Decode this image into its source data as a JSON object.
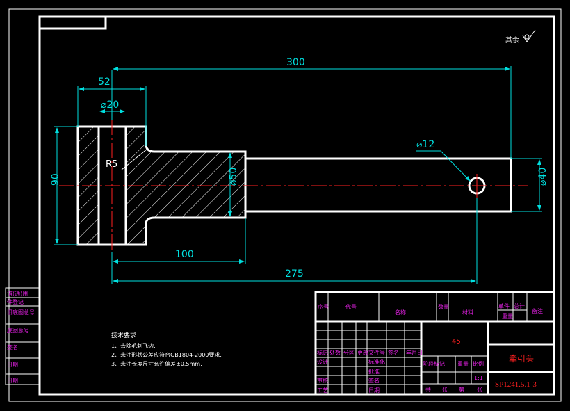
{
  "colors": {
    "background": "#000000",
    "outline": "#ffffff",
    "dimension": "#00e0e0",
    "centerline": "#ff2020",
    "hatch": "#ffffff",
    "title_text": "#e020e0",
    "red_text": "#ff2020"
  },
  "surface_mark": "其余",
  "dims": {
    "overall_length": "300",
    "head_length": "52",
    "hole_dia": "⌀20",
    "fillet": "R5",
    "head_height": "90",
    "shaft_dia": "⌀50",
    "len_100": "100",
    "len_275": "275",
    "pin_hole": "⌀12",
    "end_dia": "⌀40"
  },
  "tech_req": {
    "title": "技术要求",
    "items": [
      "1、去除毛刺飞边.",
      "2、未注形状公差应符合GB1804-2000要求.",
      "3、未注长度尺寸允许偏差±0.5mm."
    ]
  },
  "left_stamps": [
    "借(通)用",
    "件登记",
    "旧底图总号",
    "底图总号",
    "签名",
    "日期",
    "日期"
  ],
  "title_block": {
    "head": [
      "序号",
      "代号",
      "名称",
      "数量",
      "材料",
      "单件",
      "总计",
      "备注"
    ],
    "weights": [
      "重量"
    ],
    "material": "45",
    "part_name": "牵引头",
    "drawing_no": "SP1241.5.1-3",
    "scale": "1:1",
    "rev_labels": [
      "标记",
      "处数",
      "分区",
      "更改文件号",
      "签名",
      "年月日"
    ],
    "role_labels": [
      "设计",
      "审核",
      "工艺"
    ],
    "std_labels": [
      "标准化",
      "批准",
      "日期",
      "签名"
    ],
    "stage_labels": [
      "阶段标记",
      "重量",
      "比例"
    ],
    "sheet_labels": [
      "共",
      "张",
      "第",
      "张"
    ]
  }
}
